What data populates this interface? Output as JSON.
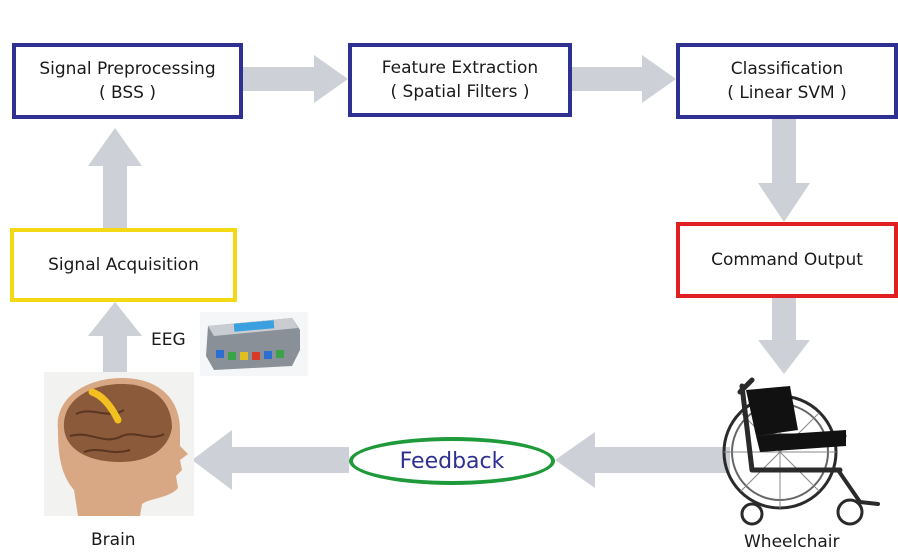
{
  "boxes": {
    "signal_preprocessing": {
      "line1": "Signal Preprocessing",
      "line2": "( BSS )",
      "border": "#2e3192"
    },
    "feature_extraction": {
      "line1": "Feature Extraction",
      "line2": "( Spatial Filters )",
      "border": "#2e3192"
    },
    "classification": {
      "line1": "Classification",
      "line2": "( Linear SVM )",
      "border": "#2e3192"
    },
    "signal_acquisition": {
      "line1": "Signal Acquisition",
      "border": "#f2d815"
    },
    "command_output": {
      "line1": "Command Output",
      "border": "#e02020"
    }
  },
  "feedback": {
    "label": "Feedback",
    "border": "#1e9a3a",
    "text_color": "#2e3192"
  },
  "labels": {
    "eeg": "EEG",
    "brain": "Brain",
    "wheelchair": "Wheelchair"
  },
  "icons": [
    "eeg-device-icon",
    "brain-head-icon",
    "wheelchair-icon"
  ],
  "arrow_color": "#cdd0d6"
}
